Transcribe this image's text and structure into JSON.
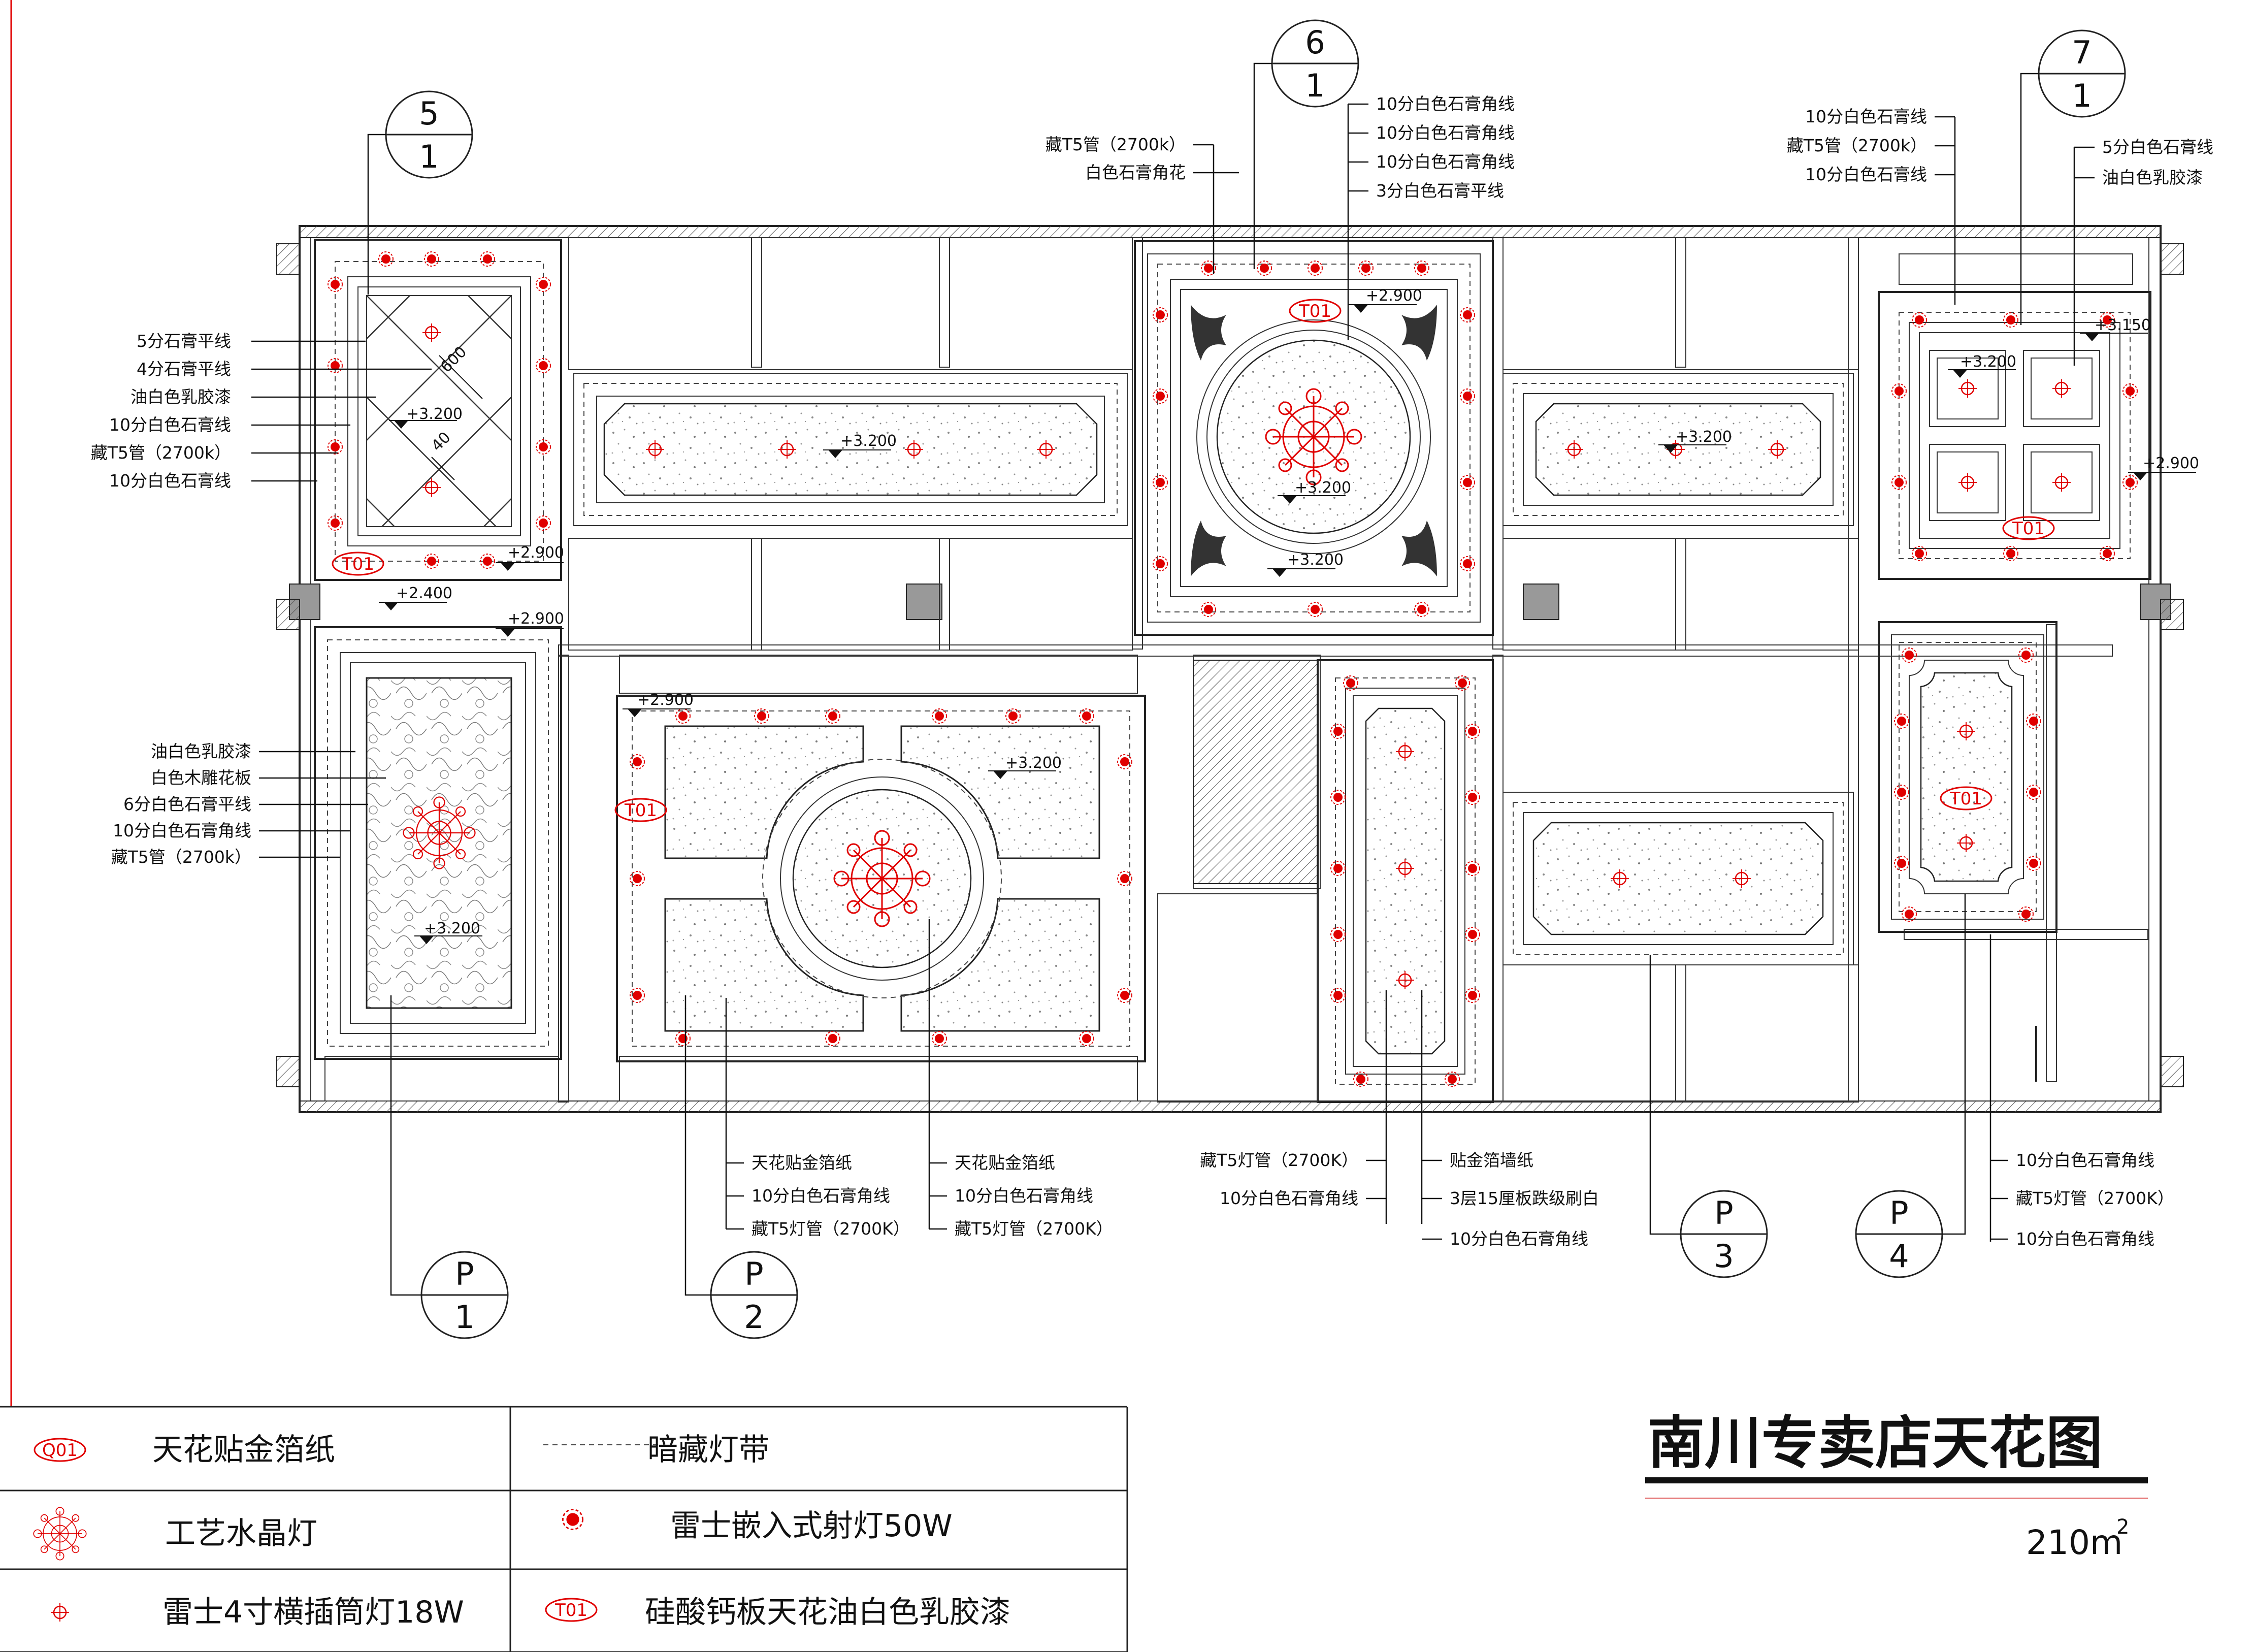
{
  "title": "南川专卖店天花图",
  "area": {
    "value": "210",
    "unit": "m",
    "sup": "2"
  },
  "elevations": [
    "+3.200",
    "+2.900",
    "+2.400",
    "+3.150"
  ],
  "tags": {
    "t01": "T01",
    "q01": "Q01"
  },
  "bubbles": [
    {
      "top": "5",
      "bottom": "1"
    },
    {
      "top": "6",
      "bottom": "1"
    },
    {
      "top": "7",
      "bottom": "1"
    },
    {
      "top": "P",
      "bottom": "1"
    },
    {
      "top": "P",
      "bottom": "2"
    },
    {
      "top": "P",
      "bottom": "3"
    },
    {
      "top": "P",
      "bottom": "4"
    }
  ],
  "dims": {
    "d1": "600",
    "d2": "40"
  },
  "annotations": {
    "room1": [
      "5分石膏平线",
      "4分石膏平线",
      "油白色乳胶漆",
      "10分白色石膏线",
      "藏T5管（2700k）",
      "10分白色石膏线"
    ],
    "room2": [
      "油白色乳胶漆",
      "白色木雕花板",
      "6分白色石膏平线",
      "10分白色石膏角线",
      "藏T5管（2700k）"
    ],
    "room6": [
      "10分白色石膏角线",
      "10分白色石膏角线",
      "10分白色石膏角线",
      "3分白色石膏平线"
    ],
    "room6left": [
      "藏T5管（2700k）",
      "白色石膏角花"
    ],
    "room7left": [
      "10分白色石膏线",
      "藏T5管（2700k）",
      "10分白色石膏线"
    ],
    "room7right": [
      "5分白色石膏线",
      "油白色乳胶漆"
    ],
    "p2left": [
      "天花贴金箔纸",
      "10分白色石膏角线",
      "藏T5灯管（2700K）"
    ],
    "p2right": [
      "天花贴金箔纸",
      "10分白色石膏角线",
      "藏T5灯管（2700K）"
    ],
    "p3left": [
      "藏T5灯管（2700K）",
      "10分白色石膏角线"
    ],
    "p3right": [
      "贴金箔墙纸",
      "3层15厘板跌级刷白",
      "10分白色石膏角线"
    ],
    "p4right": [
      "10分白色石膏角线",
      "藏T5灯管（2700K）",
      "10分白色石膏角线"
    ]
  },
  "legend": [
    {
      "label": "天花贴金箔纸",
      "icon": "q01-tag-icon"
    },
    {
      "label": "暗藏灯带",
      "icon": "dashed-line-icon"
    },
    {
      "label": "工艺水晶灯",
      "icon": "crystal-lamp-icon"
    },
    {
      "label": "雷士嵌入式射灯50W",
      "icon": "spotlight-icon"
    },
    {
      "label": "雷士4寸横插筒灯18W",
      "icon": "downlight-icon"
    },
    {
      "label": "硅酸钙板天花油白色乳胶漆",
      "icon": "t01-tag-icon"
    }
  ],
  "colors": {
    "line": "#222222",
    "accent": "#e00000"
  }
}
